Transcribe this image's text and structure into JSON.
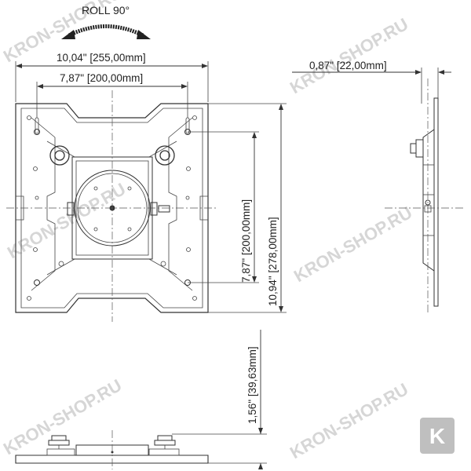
{
  "roll": {
    "label": "ROLL 90°"
  },
  "dimensions": {
    "width_outer": "10,04\" [255,00mm]",
    "width_inner": "7,87\" [200,00mm]",
    "height_inner": "7,87\" [200,00mm]",
    "height_outer": "10,94\" [278,00mm]",
    "depth": "0,87\" [22,00mm]",
    "profile_height": "1,56\" [39,63mm]"
  },
  "watermark": {
    "text": "KRON-SHOP.RU",
    "badge_letter": "K"
  },
  "colors": {
    "line": "#333333",
    "watermark": "#d6d6d6",
    "badge": "#bfbfbf"
  }
}
